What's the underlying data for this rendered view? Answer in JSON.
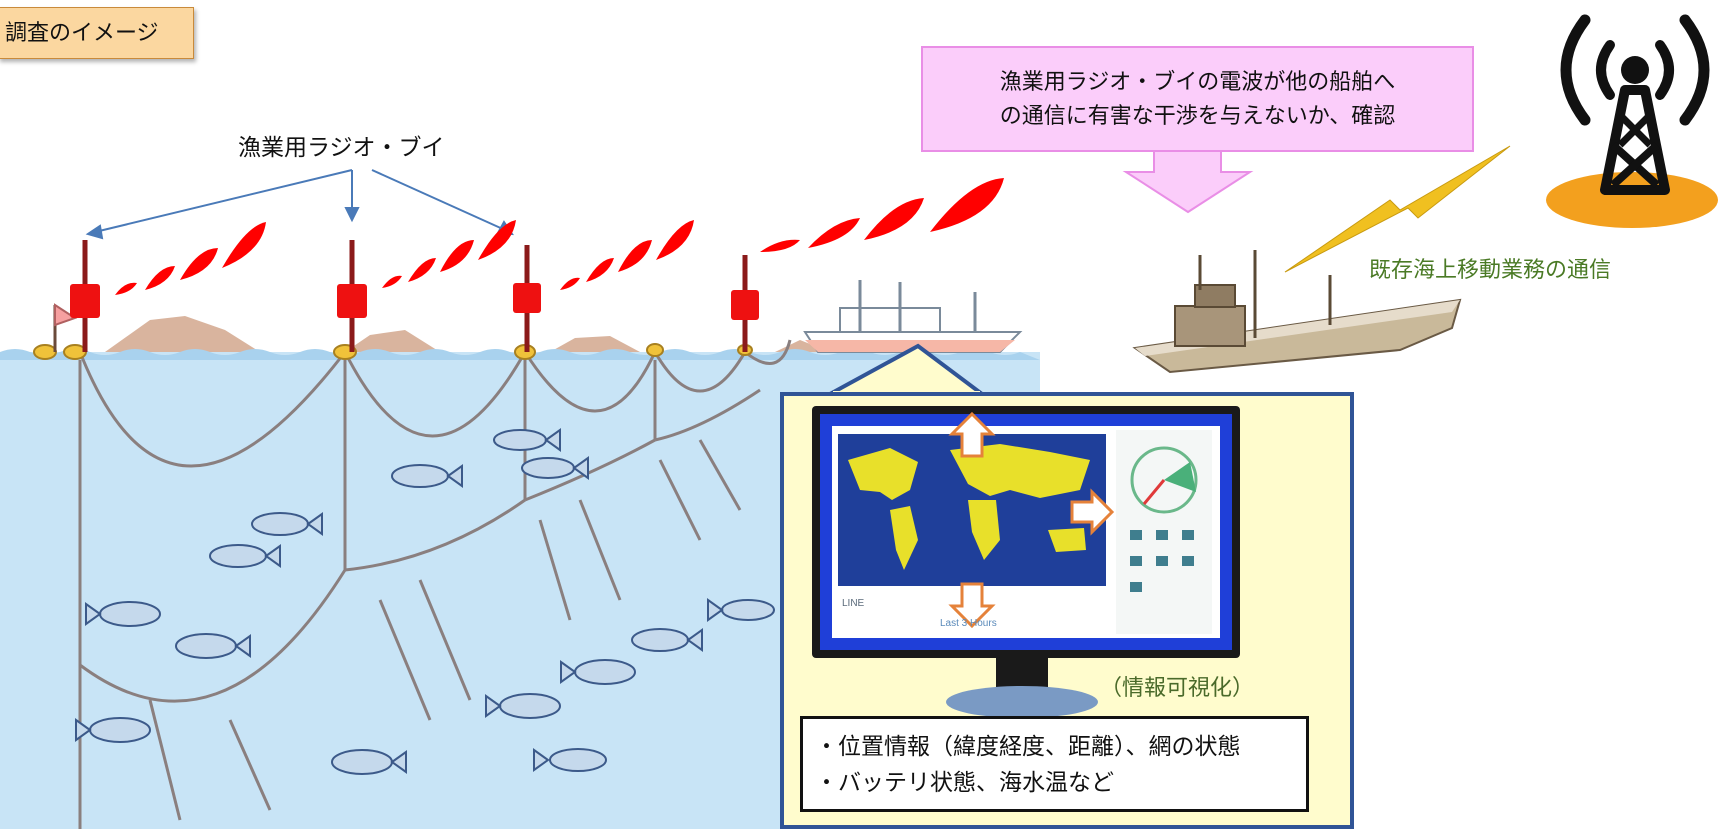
{
  "title": "調査のイメージ",
  "buoy_label": "漁業用ラジオ・ブイ",
  "callout": {
    "line1": "漁業用ラジオ・ブイの電波が他の船舶へ",
    "line2": "の通信に有害な干渉を与えないか、確認"
  },
  "existing_comm_label": "既存海上移動業務の通信",
  "visualization_label": "（情報可視化）",
  "info_lines": [
    "・位置情報（緯度経度、距離）、網の状態",
    "・バッテリ状態、海水温など"
  ],
  "screen": {
    "bottom_left_text": "LINE",
    "bottom_center_text": "Last 3 Hours"
  },
  "colors": {
    "sea": "#c8e4f6",
    "wave_red": "#ff0000",
    "buoy_red": "#ee1111",
    "panel_yellow": "#fffccd",
    "panel_border": "#305496",
    "callout_pink": "#fbcdfa",
    "lightning": "#f0c020"
  }
}
